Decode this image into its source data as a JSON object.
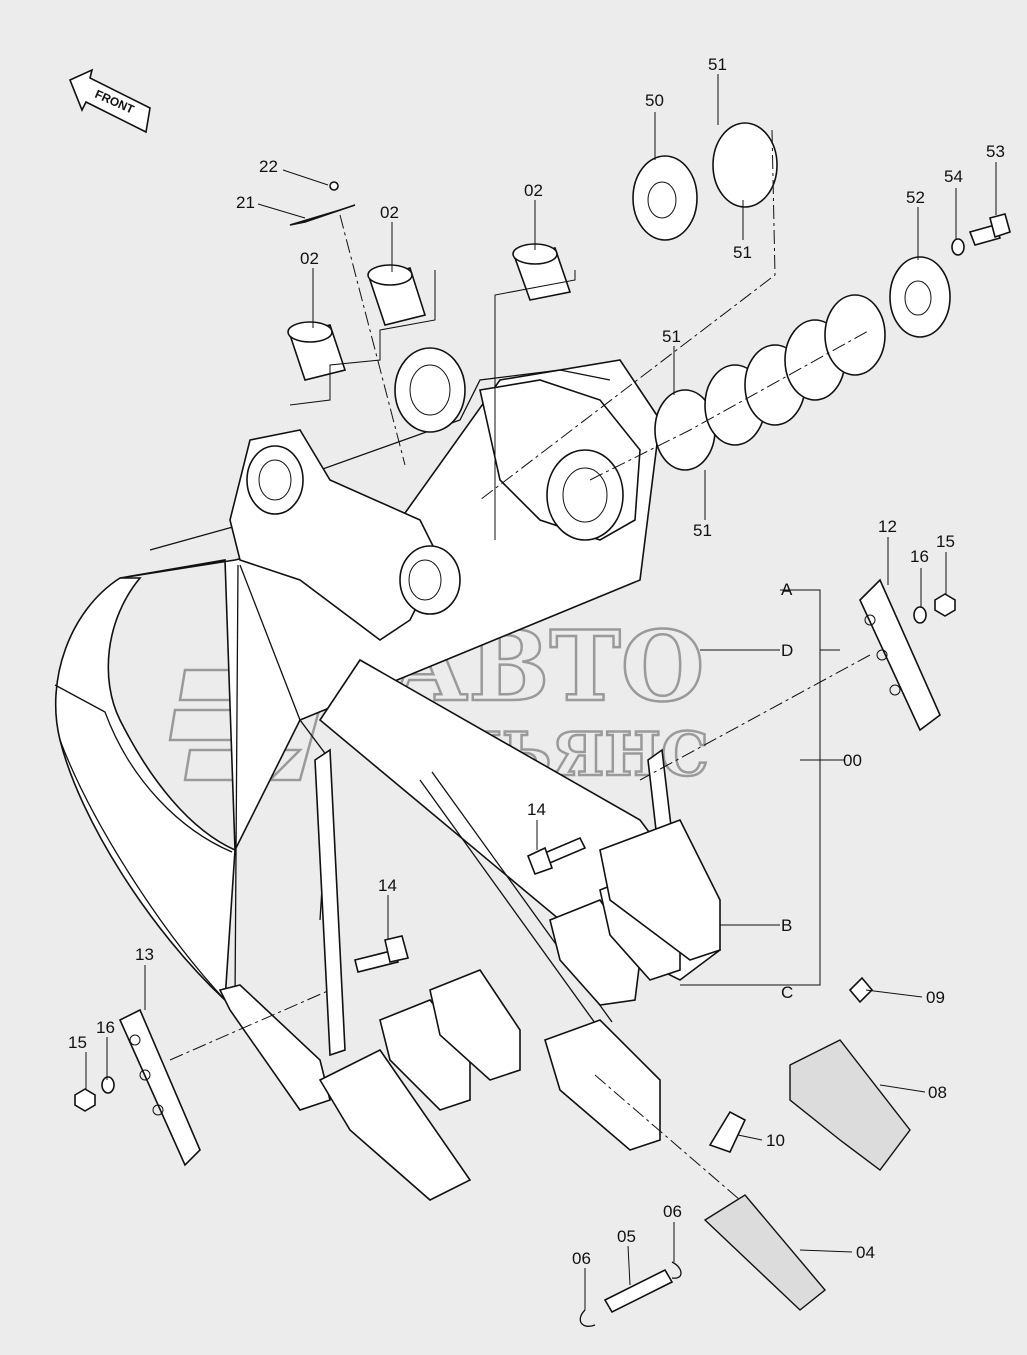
{
  "diagram": {
    "front_arrow_label": "FRONT",
    "watermark": {
      "line1": "АВТО",
      "line2": "АЛЬЯНС"
    },
    "callouts": {
      "p22": "22",
      "p21": "21",
      "p02a": "02",
      "p02b": "02",
      "p02c": "02",
      "p50": "50",
      "p51a": "51",
      "p51b": "51",
      "p51c": "51",
      "p51d": "51",
      "p52": "52",
      "p53": "53",
      "p54": "54",
      "p12": "12",
      "p16a": "16",
      "p15a": "15",
      "pA": "A",
      "pD": "D",
      "p00": "00",
      "pB": "B",
      "pC": "C",
      "p14a": "14",
      "p14b": "14",
      "p13": "13",
      "p15b": "15",
      "p16b": "16",
      "p09": "09",
      "p08": "08",
      "p10": "10",
      "p06a": "06",
      "p05": "05",
      "p06b": "06",
      "p04": "04"
    }
  }
}
